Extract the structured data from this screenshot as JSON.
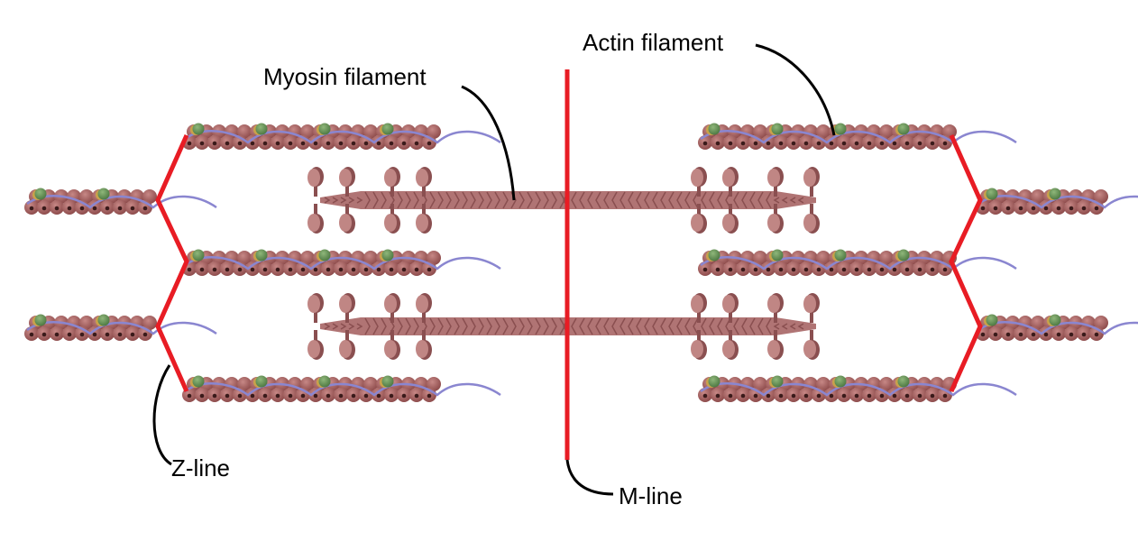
{
  "labels": {
    "myosin": "Myosin filament",
    "actin": "Actin filament",
    "z_line": "Z-line",
    "m_line": "M-line"
  },
  "colors": {
    "z_line": "#e81c24",
    "m_line": "#e81c24",
    "actin_bead": "#a8605f",
    "actin_bead_dark": "#7a3b3b",
    "tropomyosin": "#8a86d0",
    "troponin": "#6f9a5a",
    "myosin": "#b07474",
    "myosin_dark": "#8a4f50"
  }
}
